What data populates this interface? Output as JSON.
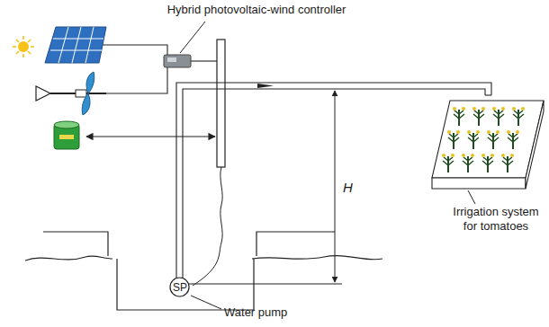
{
  "diagram": {
    "nodes": [
      {
        "text": [
          "SP"
        ]
      }
    ],
    "labels": [
      "Hybrid photovoltaic-wind controller",
      "H",
      "Irrigation system for tomatoes",
      "Water pump"
    ]
  }
}
